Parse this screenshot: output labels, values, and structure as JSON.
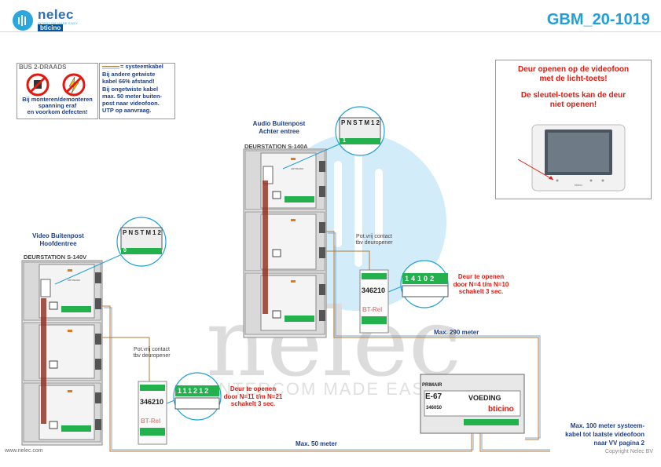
{
  "header": {
    "brand": "nelec",
    "brand_tagline": "INTERCOM MADE EASY",
    "partner": "bticino",
    "doc_code": "GBM_20-1019"
  },
  "watermark": {
    "text": "nelec",
    "tagline": "INTERCOM MADE EASY"
  },
  "bus_box": {
    "title": "BUS 2-DRAADS",
    "warning": [
      "Bij monteren/demonteren",
      "spanning eraf",
      "en voorkom defecten!"
    ]
  },
  "cable_box": {
    "legend": "= systeemkabel",
    "lines": [
      "Bij andere getwiste",
      "kabel 66% afstand!",
      "Bij ongetwiste kabel",
      "max. 50 meter buiten-",
      "post naar videofoon.",
      "UTP op aanvraag."
    ]
  },
  "note_box": {
    "line1": "Deur openen op de videofoon",
    "line2": "met de licht-toets!",
    "line3": "De sleutel-toets kan de deur",
    "line4": "niet openen!",
    "monitor_brand": "bticino"
  },
  "station_back": {
    "title1": "Audio Buitenpost",
    "title2": "Achter entree",
    "model": "DEURSTATION S-140A",
    "terminals": [
      "P",
      "N",
      "S",
      "T",
      "M",
      "1",
      "2"
    ],
    "address": "1",
    "module_code": "ART352000"
  },
  "station_main": {
    "title1": "Video Buitenpost",
    "title2": "Hoofdentree",
    "model": "DEURSTATION S-140V",
    "terminals": [
      "P",
      "N",
      "S",
      "T",
      "M",
      "1",
      "2"
    ],
    "address": "0",
    "module_code": "ART352000"
  },
  "relay_back": {
    "contact1": "Pot.vrij contact",
    "contact2": "tbv deuropener",
    "code": "346210",
    "name": "BT-Rel",
    "digits": [
      "1",
      "4",
      "1",
      "0",
      "2"
    ],
    "note": [
      "Deur te openen",
      "door N=4 t/m N=10",
      "schakelt 3 sec."
    ]
  },
  "relay_main": {
    "contact1": "Pot.vrij contact",
    "contact2": "tbv deuropener",
    "code": "346210",
    "name": "BT-Rel",
    "digits": [
      "1",
      "1",
      "1",
      "2",
      "1",
      "2"
    ],
    "note": [
      "Deur te openen",
      "door N=11 t/m N=21",
      "schakelt 3 sec."
    ]
  },
  "psu": {
    "code": "E-67",
    "label": "VOEDING",
    "part": "346050",
    "brand": "bticino",
    "primair": "PRIMAIR"
  },
  "distances": {
    "main_run": "Max. 50 meter",
    "back_run": "Max. 290 meter",
    "to_monitor": [
      "Max. 100 meter systeem-",
      "kabel tot laatste videofoon",
      "naar VV pagina 2"
    ]
  },
  "footer": {
    "url": "www.nelec.com",
    "copyright": "Copyright Nelec BV"
  },
  "colors": {
    "brand_blue": "#2aa7dd",
    "title_blue": "#1ea0d8",
    "label_blue": "#1d3f8a",
    "alert_red": "#e3180e",
    "cable_brown": "#b07a3a",
    "terminal_green": "#22b14c"
  }
}
